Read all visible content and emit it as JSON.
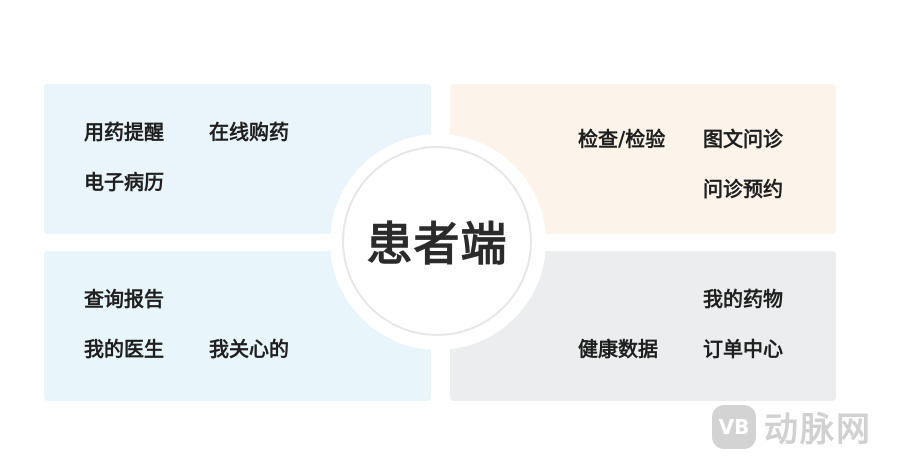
{
  "center": {
    "title": "患者端"
  },
  "quadrants": {
    "top_left": {
      "items": [
        "用药提醒",
        "在线购药",
        "电子病历"
      ]
    },
    "top_right": {
      "items": [
        "检查/检验",
        "图文问诊",
        "问诊预约"
      ]
    },
    "bottom_left": {
      "items": [
        "查询报告",
        "我的医生",
        "我关心的"
      ]
    },
    "bottom_right": {
      "items": [
        "我的药物",
        "健康数据",
        "订单中心"
      ]
    }
  },
  "colors": {
    "top_left_bg": "#eaf4fb",
    "top_right_bg": "#fcf4ea",
    "bottom_left_bg": "#e8f6fb",
    "bottom_right_bg": "#ebedee"
  },
  "watermark": {
    "logo_text": "VB",
    "name": "动脉网"
  }
}
